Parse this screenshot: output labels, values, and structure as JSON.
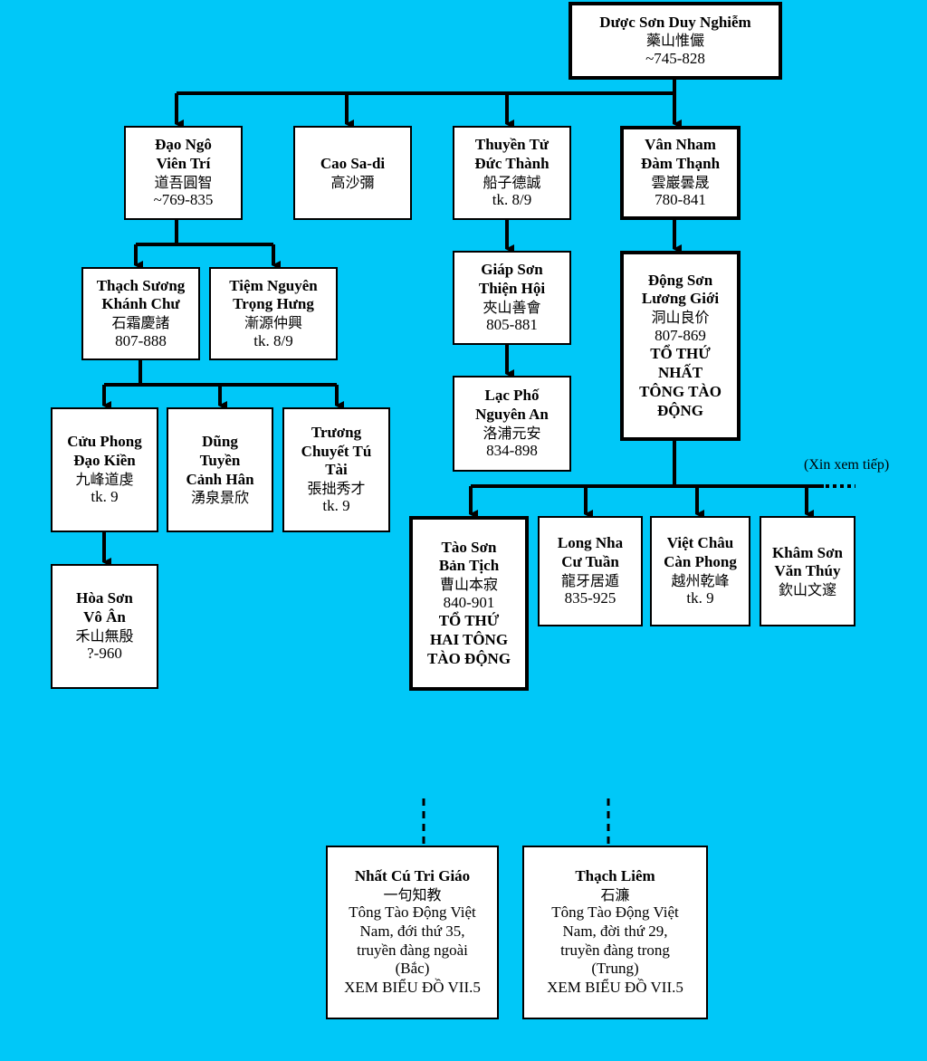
{
  "nodes": {
    "duoc_son": {
      "name": "Dược Sơn Duy Nghiễm",
      "han": "藥山惟儼",
      "lines": "~745-828",
      "note": ""
    },
    "dao_ngo": {
      "name": "Đạo Ngô\nViên Trí",
      "han": "道吾圓智",
      "lines": "~769-835",
      "note": ""
    },
    "cao_sa_di": {
      "name": "Cao Sa-di",
      "han": "高沙彌",
      "lines": "",
      "note": ""
    },
    "thuyen_tu": {
      "name": "Thuyền Tử\nĐức Thành",
      "han": "船子德誠",
      "lines": "tk. 8/9",
      "note": ""
    },
    "van_nham": {
      "name": "Vân Nham\nĐàm Thạnh",
      "han": "雲巖曇晟",
      "lines": "780-841",
      "note": ""
    },
    "thach_suong": {
      "name": "Thạch Sương\nKhánh Chư",
      "han": "石霜慶諸",
      "lines": "807-888",
      "note": ""
    },
    "tiem_nguyen": {
      "name": "Tiệm Nguyên\nTrọng Hưng",
      "han": "漸源仲興",
      "lines": "tk. 8/9",
      "note": ""
    },
    "giap_son": {
      "name": "Giáp Sơn\nThiện Hội",
      "han": "夾山善會",
      "lines": "805-881",
      "note": ""
    },
    "lac_pho": {
      "name": "Lạc Phố\nNguyên An",
      "han": "洛浦元安",
      "lines": "834-898",
      "note": ""
    },
    "dong_son": {
      "name": "Động Sơn\nLương Giới",
      "han": "洞山良价",
      "lines": "807-869",
      "note": "TỔ THỨ\nNHẤT\nTÔNG TÀO\nĐỘNG"
    },
    "cuu_phong": {
      "name": "Cửu Phong\nĐạo Kiền",
      "han": "九峰道虔",
      "lines": "tk. 9",
      "note": ""
    },
    "dung_tuyen": {
      "name": "Dũng\nTuyền\nCảnh Hân",
      "han": "湧泉景欣",
      "lines": "",
      "note": ""
    },
    "truong_chuyet": {
      "name": "Trương\nChuyết Tú\nTài",
      "han": "張拙秀才",
      "lines": "tk. 9",
      "note": ""
    },
    "hoa_son": {
      "name": "Hòa Sơn\nVô Ân",
      "han": "禾山無殷",
      "lines": "?-960",
      "note": ""
    },
    "tao_son": {
      "name": "Tào Sơn\nBản Tịch",
      "han": "曹山本寂",
      "lines": "840-901",
      "note": "TỔ THỨ\nHAI TÔNG\nTÀO ĐỘNG"
    },
    "long_nha": {
      "name": "Long Nha\nCư Tuần",
      "han": "龍牙居遁",
      "lines": "835-925",
      "note": ""
    },
    "viet_chau": {
      "name": "Việt Châu\nCàn Phong",
      "han": "越州乾峰",
      "lines": "tk. 9",
      "note": ""
    },
    "kham_son": {
      "name": "Khâm Sơn\nVăn Thúy",
      "han": "欽山文邃",
      "lines": "",
      "note": ""
    },
    "nhat_cu": {
      "name": "Nhất Cú Tri Giáo",
      "han": "一句知教",
      "lines": "Tông Tào Động Việt\nNam, đới thứ 35,\ntruyền đàng ngoài\n(Bắc)\nXEM BIỂU ĐỒ VII.5",
      "note": ""
    },
    "thach_liem": {
      "name": "Thạch Liêm",
      "han": "石濂",
      "lines": "Tông Tào Động Việt\nNam, đời thứ 29,\ntruyền đàng trong\n(Trung)\nXEM BIỂU ĐỒ VII.5",
      "note": ""
    }
  },
  "continue_label": "(Xin xem tiếp)",
  "colors": {
    "background": "#00c8f8",
    "box": "#ffffff",
    "line": "#000000"
  }
}
